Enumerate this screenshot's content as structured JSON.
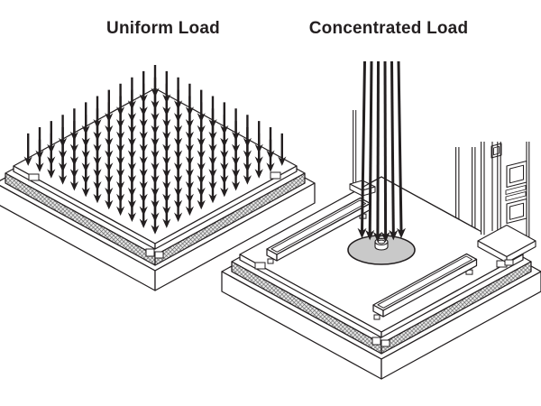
{
  "page": {
    "background_color": "#ffffff",
    "line_color": "#231f20",
    "hatch_color": "#555555",
    "hatch_bg": "#e6e6e6"
  },
  "figures": [
    {
      "title": "Uniform Load",
      "kind": "isometric-platform-with-distributed-load-arrows",
      "arrows": {
        "rows": 12,
        "cols": 12,
        "color": "#231f20"
      }
    },
    {
      "title": "Concentrated Load",
      "kind": "isometric-platform-with-concentrated-load-arrows",
      "arrows": {
        "count": 6,
        "color": "#231f20"
      },
      "contact_patch": {
        "shape": "ellipse",
        "fill": "#c9c9c9"
      }
    }
  ]
}
